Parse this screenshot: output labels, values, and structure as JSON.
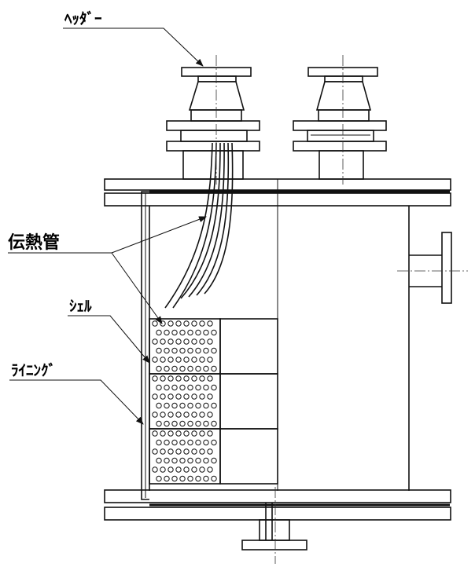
{
  "labels": {
    "header": "ﾍｯﾀﾞｰ",
    "heat_transfer_tube": "伝熱管",
    "shell": "ｼｪﾙ",
    "lining": "ﾗｲﾆﾝｸﾞ"
  },
  "components": [
    "header-nozzle-left",
    "header-nozzle-right",
    "top-flange",
    "bottom-flange",
    "shell",
    "lining",
    "heat-transfer-tubes",
    "tube-bundle",
    "side-nozzle",
    "bottom-nozzle"
  ]
}
